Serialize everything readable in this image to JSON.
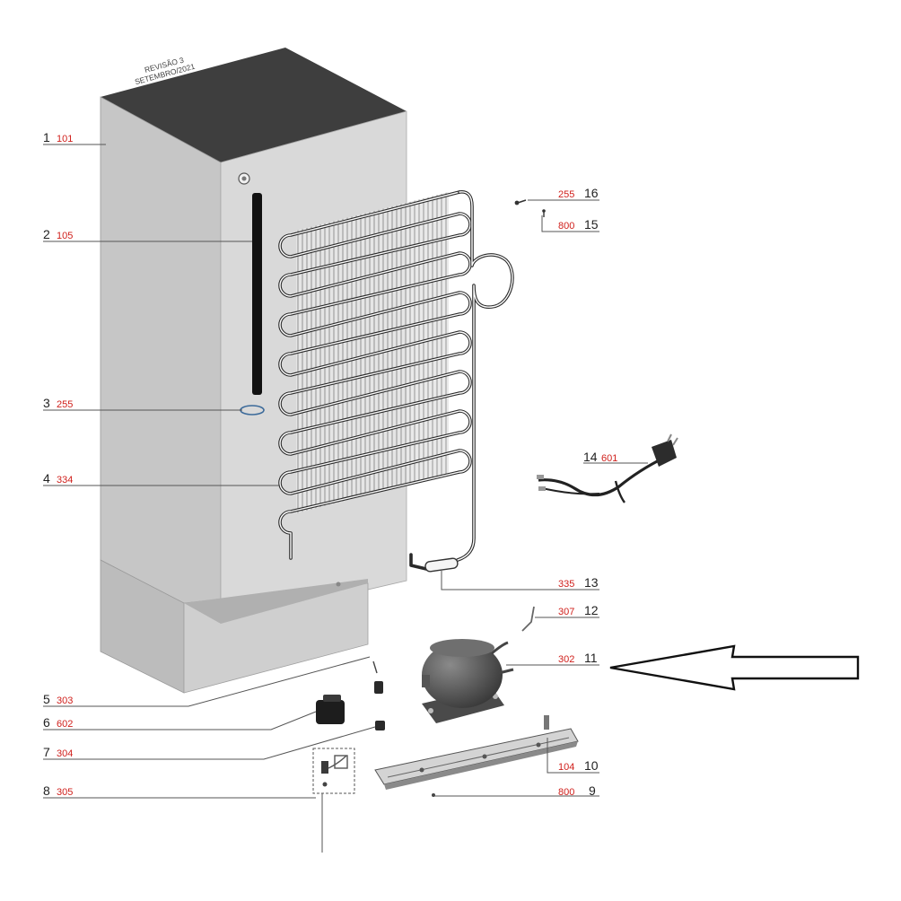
{
  "revision": {
    "line1": "REVISÃO 3",
    "line2": "SETEMBRO/2021"
  },
  "callouts": [
    {
      "num": "1",
      "code": "101"
    },
    {
      "num": "2",
      "code": "105"
    },
    {
      "num": "3",
      "code": "255"
    },
    {
      "num": "4",
      "code": "334"
    },
    {
      "num": "5",
      "code": "303"
    },
    {
      "num": "6",
      "code": "602"
    },
    {
      "num": "7",
      "code": "304"
    },
    {
      "num": "8",
      "code": "305"
    },
    {
      "num": "9",
      "code": "800"
    },
    {
      "num": "10",
      "code": "104"
    },
    {
      "num": "11",
      "code": "302"
    },
    {
      "num": "12",
      "code": "307"
    },
    {
      "num": "13",
      "code": "335"
    },
    {
      "num": "14",
      "code": "601"
    },
    {
      "num": "15",
      "code": "800"
    },
    {
      "num": "16",
      "code": "255"
    }
  ],
  "colors": {
    "cabinet_front": "#c4c4c4",
    "cabinet_side": "#d9d9d9",
    "cabinet_top": "#3e3e3e",
    "callout_code": "#d0201c",
    "callout_number": "#222222"
  },
  "icons": {
    "highlight_arrow": "left-arrow-outline"
  }
}
